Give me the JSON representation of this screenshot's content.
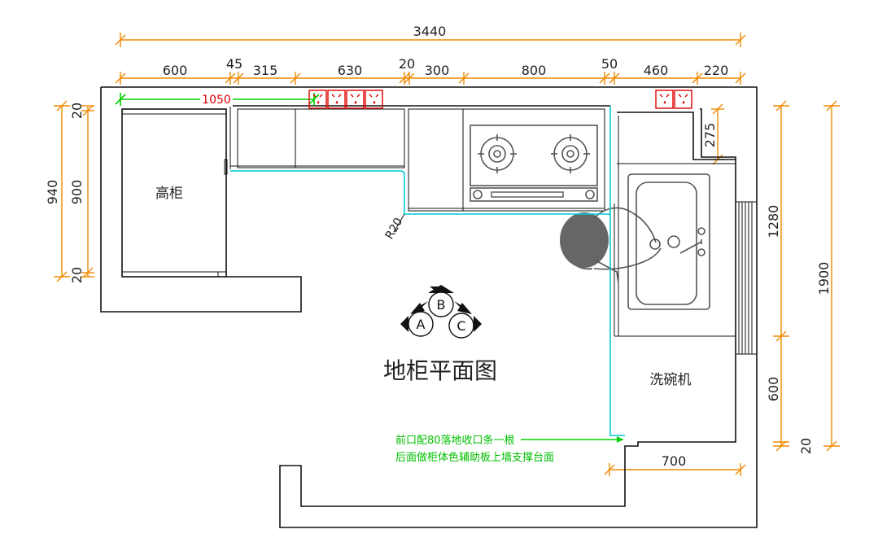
{
  "title": "地柜平面图",
  "labels": {
    "tall_cabinet": "高柜",
    "dishwasher": "洗碗机",
    "corner_radius": "R20"
  },
  "dims_top": {
    "total": "3440",
    "d600": "600",
    "d45": "45",
    "d315": "315",
    "d630": "630",
    "d20": "20",
    "d300": "300",
    "d800": "800",
    "d50": "50",
    "d460": "460",
    "d220": "220"
  },
  "dims_left": {
    "d940": "940",
    "d900": "900",
    "d20a": "20",
    "d20b": "20"
  },
  "dims_right": {
    "d1280": "1280",
    "d600": "600",
    "d20": "20",
    "d1900": "1900",
    "d275": "275",
    "d700": "700"
  },
  "green_dim": "1050",
  "notes": {
    "line1": "前口配80落地收口条一根",
    "line2": "后面做柜体色辅助板上墙支撑台面"
  },
  "view_markers": {
    "a": "A",
    "b": "B",
    "c": "C"
  },
  "colors": {
    "dimension": "#f08a00",
    "outline": "#111111",
    "worktop_edge": "#00c8d8",
    "annotation": "#00d000",
    "socket": "#e00000"
  },
  "icons": [
    "stove-burner-icon",
    "sink-icon",
    "person-icon",
    "socket-icon",
    "view-marker-icon"
  ]
}
